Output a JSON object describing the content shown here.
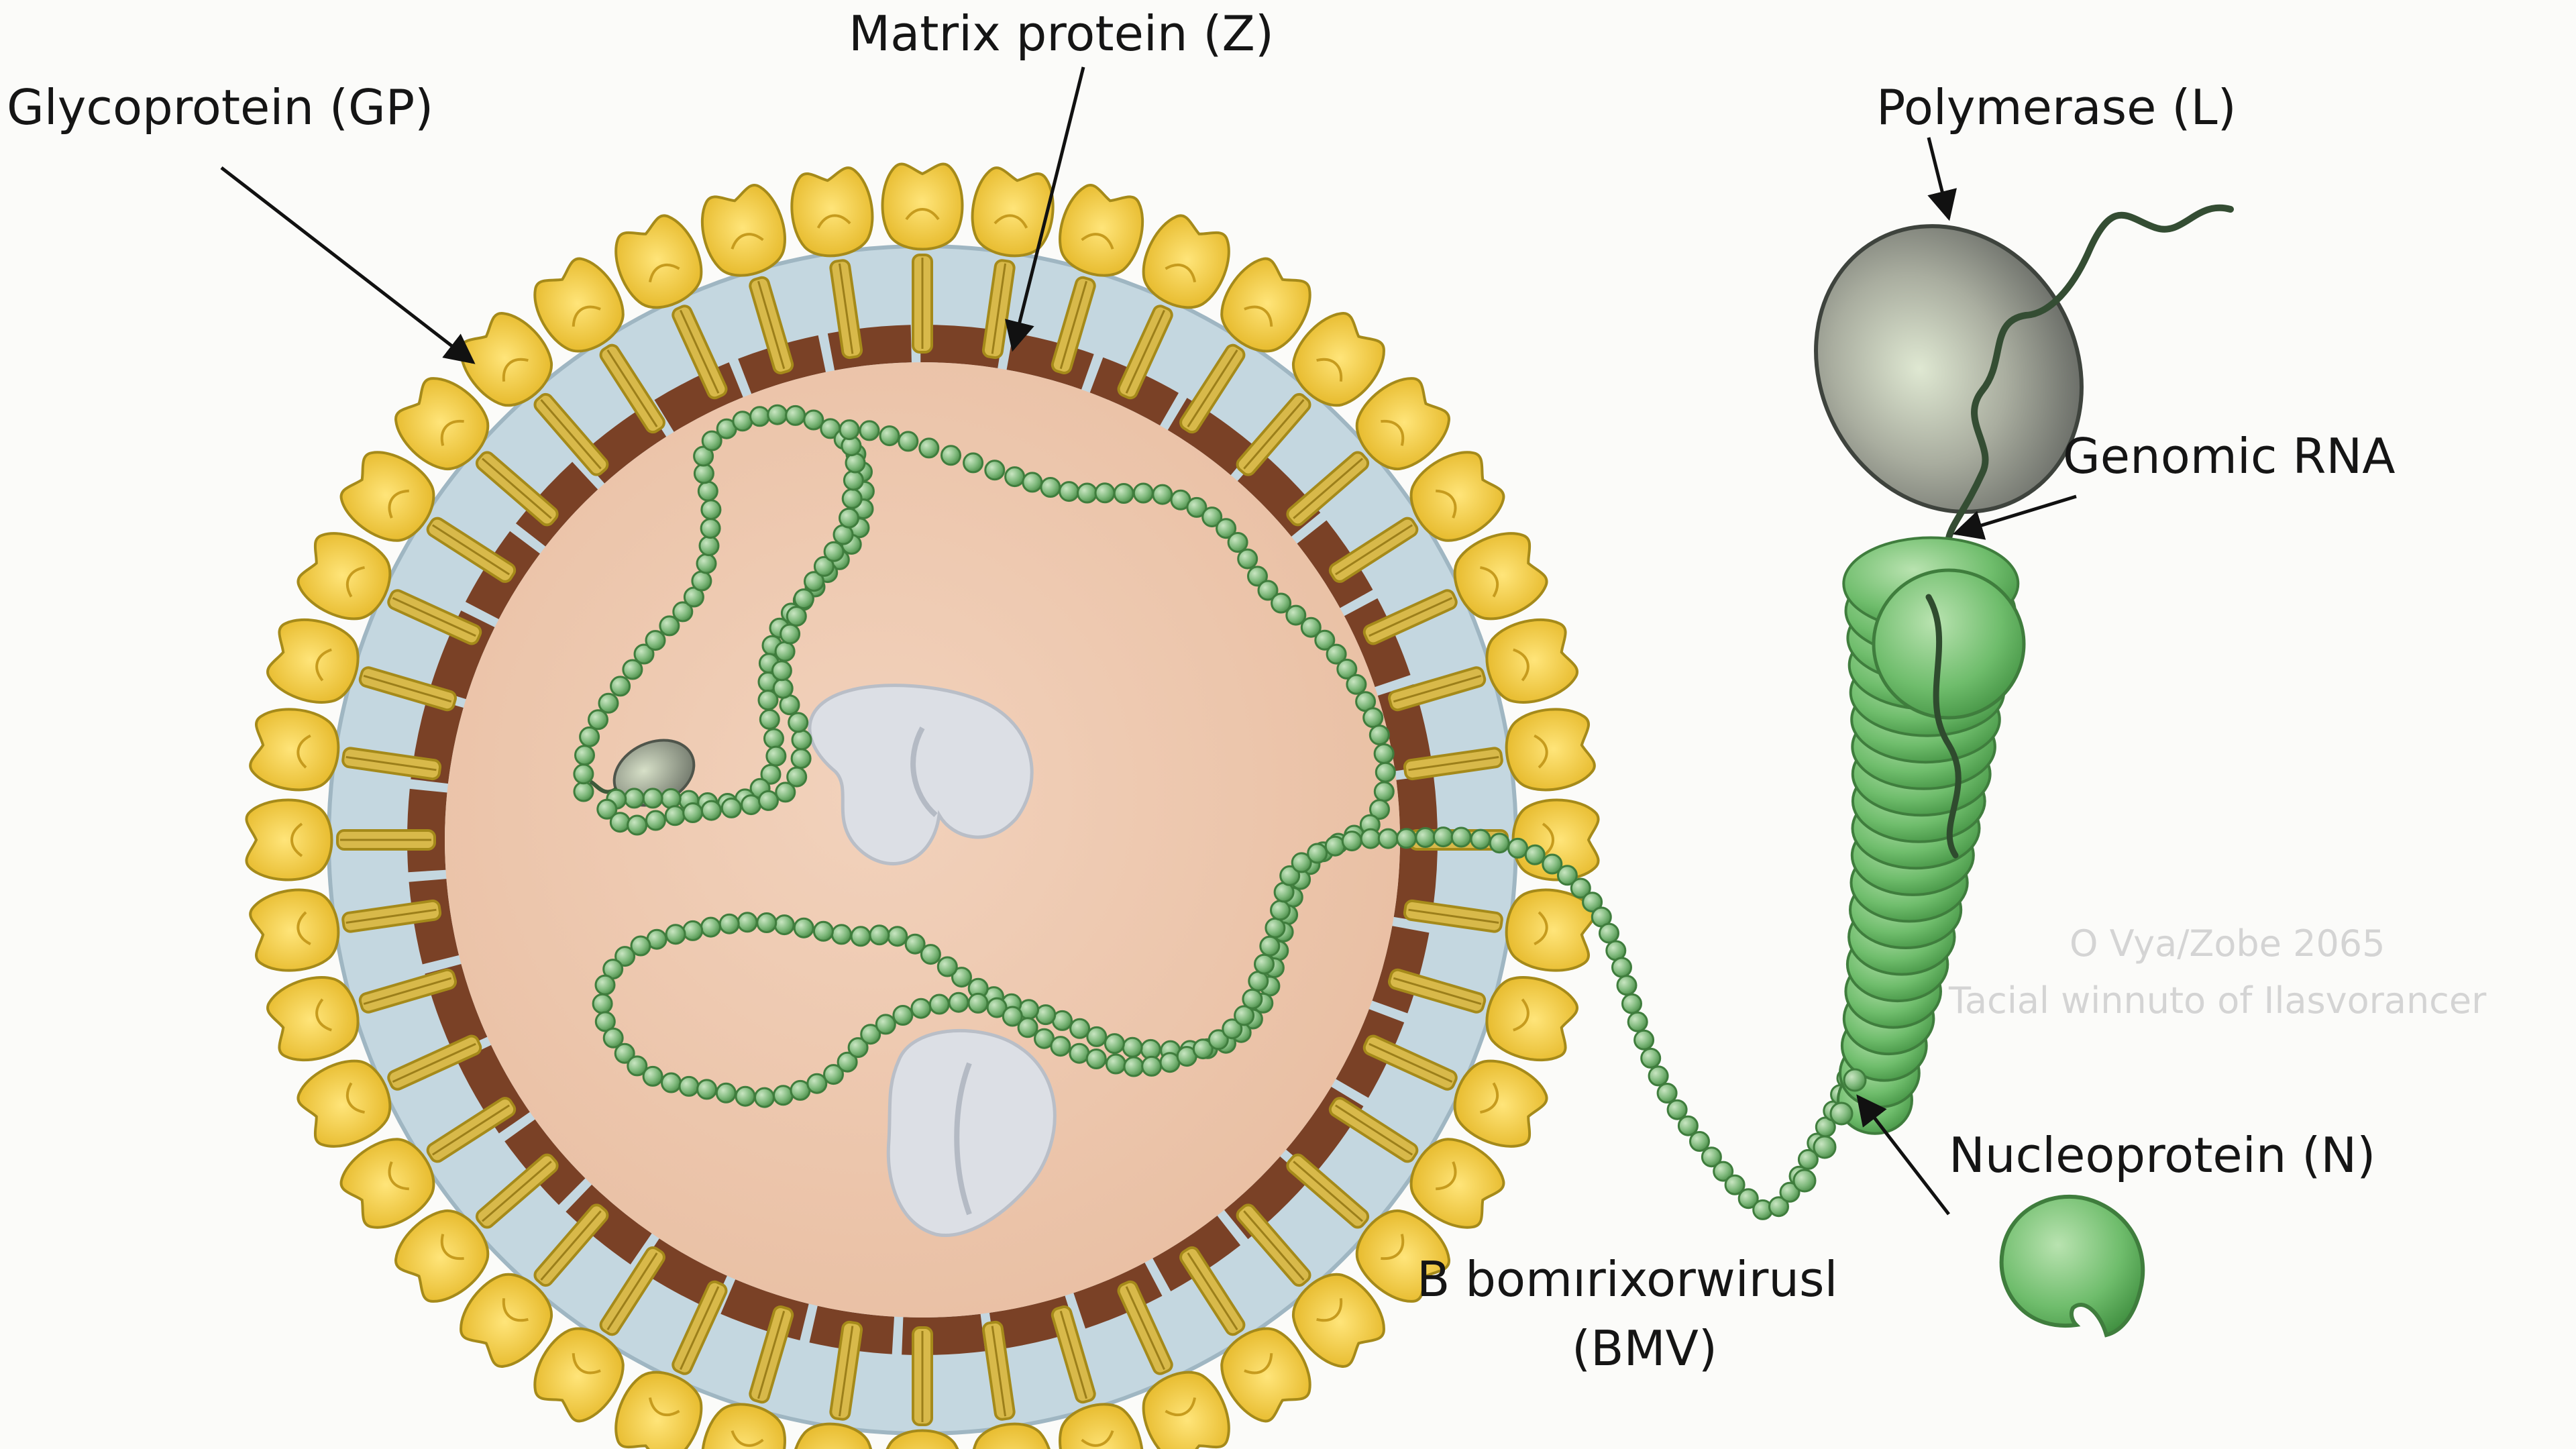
{
  "labels": {
    "glycoprotein": "Glycoprotein (GP)",
    "matrix": "Matrix protein (Z)",
    "polymerase": "Polymerase (L)",
    "genomic_rna": "Genomic RNA",
    "nucleoprotein": "Nucleoprotein (N)",
    "virus_name": "B bomırixorwirusl",
    "virus_abbr": "(BMV)"
  },
  "watermark": {
    "line1": "O Vya/Zobe 2065",
    "line2": "Tacial winnuto of Ilasvorancer"
  },
  "colors": {
    "glycoprotein": "#f0cf3a",
    "glycoprotein_outline": "#a58a1a",
    "lipid_envelope": "#c4d7e0",
    "matrix_layer": "#7a4126",
    "interior": "#eec8ae",
    "nucleoprotein": "#7fb97c",
    "nucleoprotein_outline": "#3f7d3d",
    "polymerase": "#8c8f89",
    "ribosome": "#dcdfe5",
    "label_text": "#151515"
  }
}
